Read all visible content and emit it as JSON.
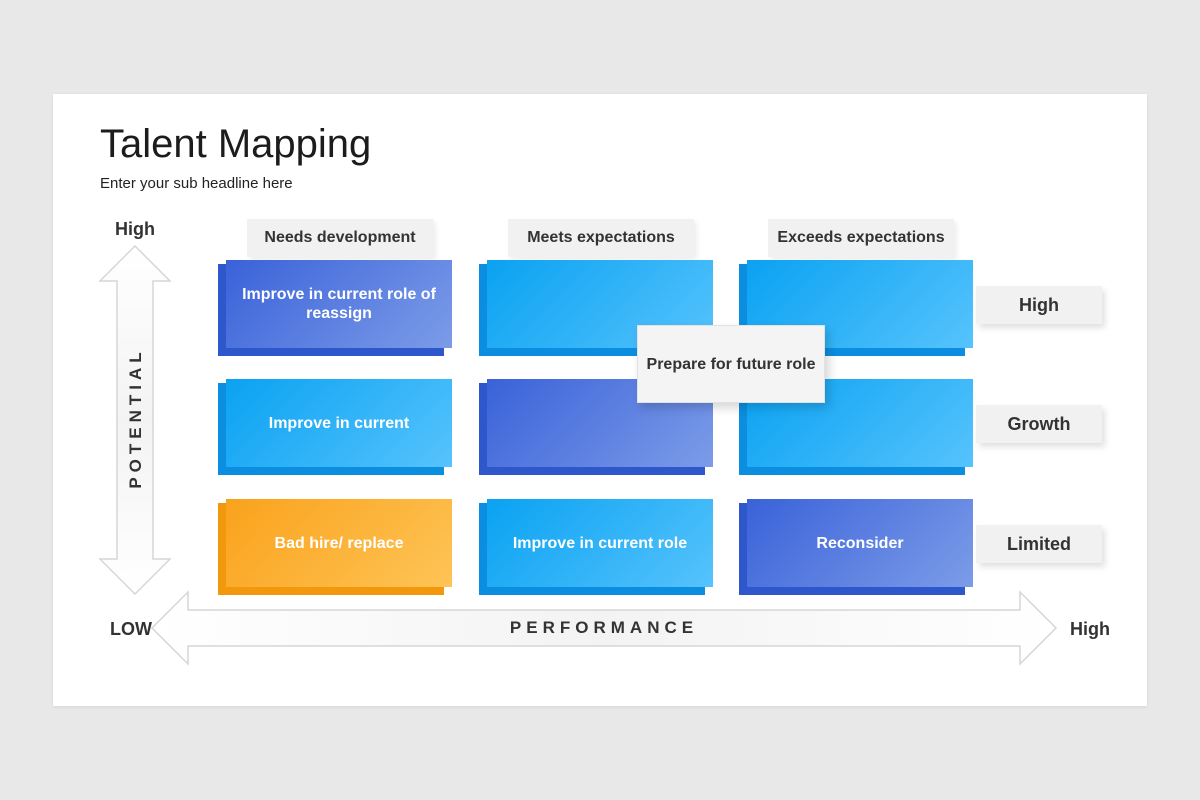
{
  "title": "Talent Mapping",
  "subtitle": "Enter your sub headline here",
  "axes": {
    "vertical_title": "POTENTIAL",
    "vertical_high": "High",
    "horizontal_title": "PERFORMANCE",
    "horizontal_low": "LOW",
    "horizontal_high": "High"
  },
  "columns": [
    "Needs development",
    "Meets expectations",
    "Exceeds expectations"
  ],
  "rows": [
    "High",
    "Growth",
    "Limited"
  ],
  "cells": [
    {
      "text": "Improve in current role of reassign",
      "color": "indigo"
    },
    {
      "text": "",
      "color": "blue"
    },
    {
      "text": "",
      "color": "blue"
    },
    {
      "text": "Improve in current",
      "color": "blue"
    },
    {
      "text": "",
      "color": "indigo"
    },
    {
      "text": "",
      "color": "blue"
    },
    {
      "text": "Bad hire/ replace",
      "color": "orange"
    },
    {
      "text": "Improve in current role",
      "color": "blue"
    },
    {
      "text": "Reconsider",
      "color": "indigo"
    }
  ],
  "callout": "Prepare for future role",
  "colors": {
    "blue": "#0aa2f2",
    "indigo": "#3a62d9",
    "orange": "#faa21c",
    "label_bg": "#f1f1f1"
  }
}
